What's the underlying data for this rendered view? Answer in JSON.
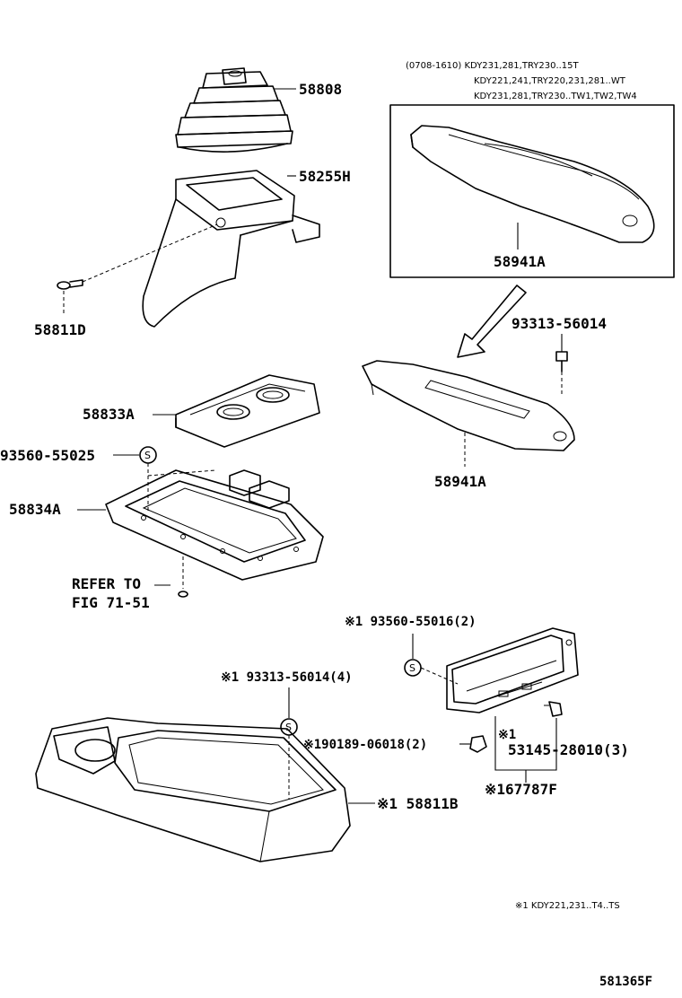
{
  "parts": {
    "p58808": "58808",
    "p58255h": "58255H",
    "p58811d": "58811D",
    "p58941a_box": "58941A",
    "p58941a": "58941A",
    "p93313_a": "93313-56014",
    "p58833a": "58833A",
    "p93560_a": "93560-55025",
    "p58834a": "58834A",
    "refer_line1": "REFER TO",
    "refer_line2": "FIG 71-51",
    "p93560_b": "※1 93560-55016(2)",
    "p93313_b": "※1 93313-56014(4)",
    "p90189": "※190189-06018(2)",
    "p53145_mark": "※1",
    "p53145": "53145-28010(3)",
    "p67787f": "※167787F",
    "p58811b": "※1 58811B"
  },
  "applicability": {
    "line1": "(0708-1610) KDY231,281,TRY230..15T",
    "line2": "KDY221,241,TRY220,231,281..WT",
    "line3": "KDY231,281,TRY230..TW1,TW2,TW4"
  },
  "footnote": "※1   KDY221,231..T4..TS",
  "figure_code": "581365F",
  "s_symbol": "S"
}
